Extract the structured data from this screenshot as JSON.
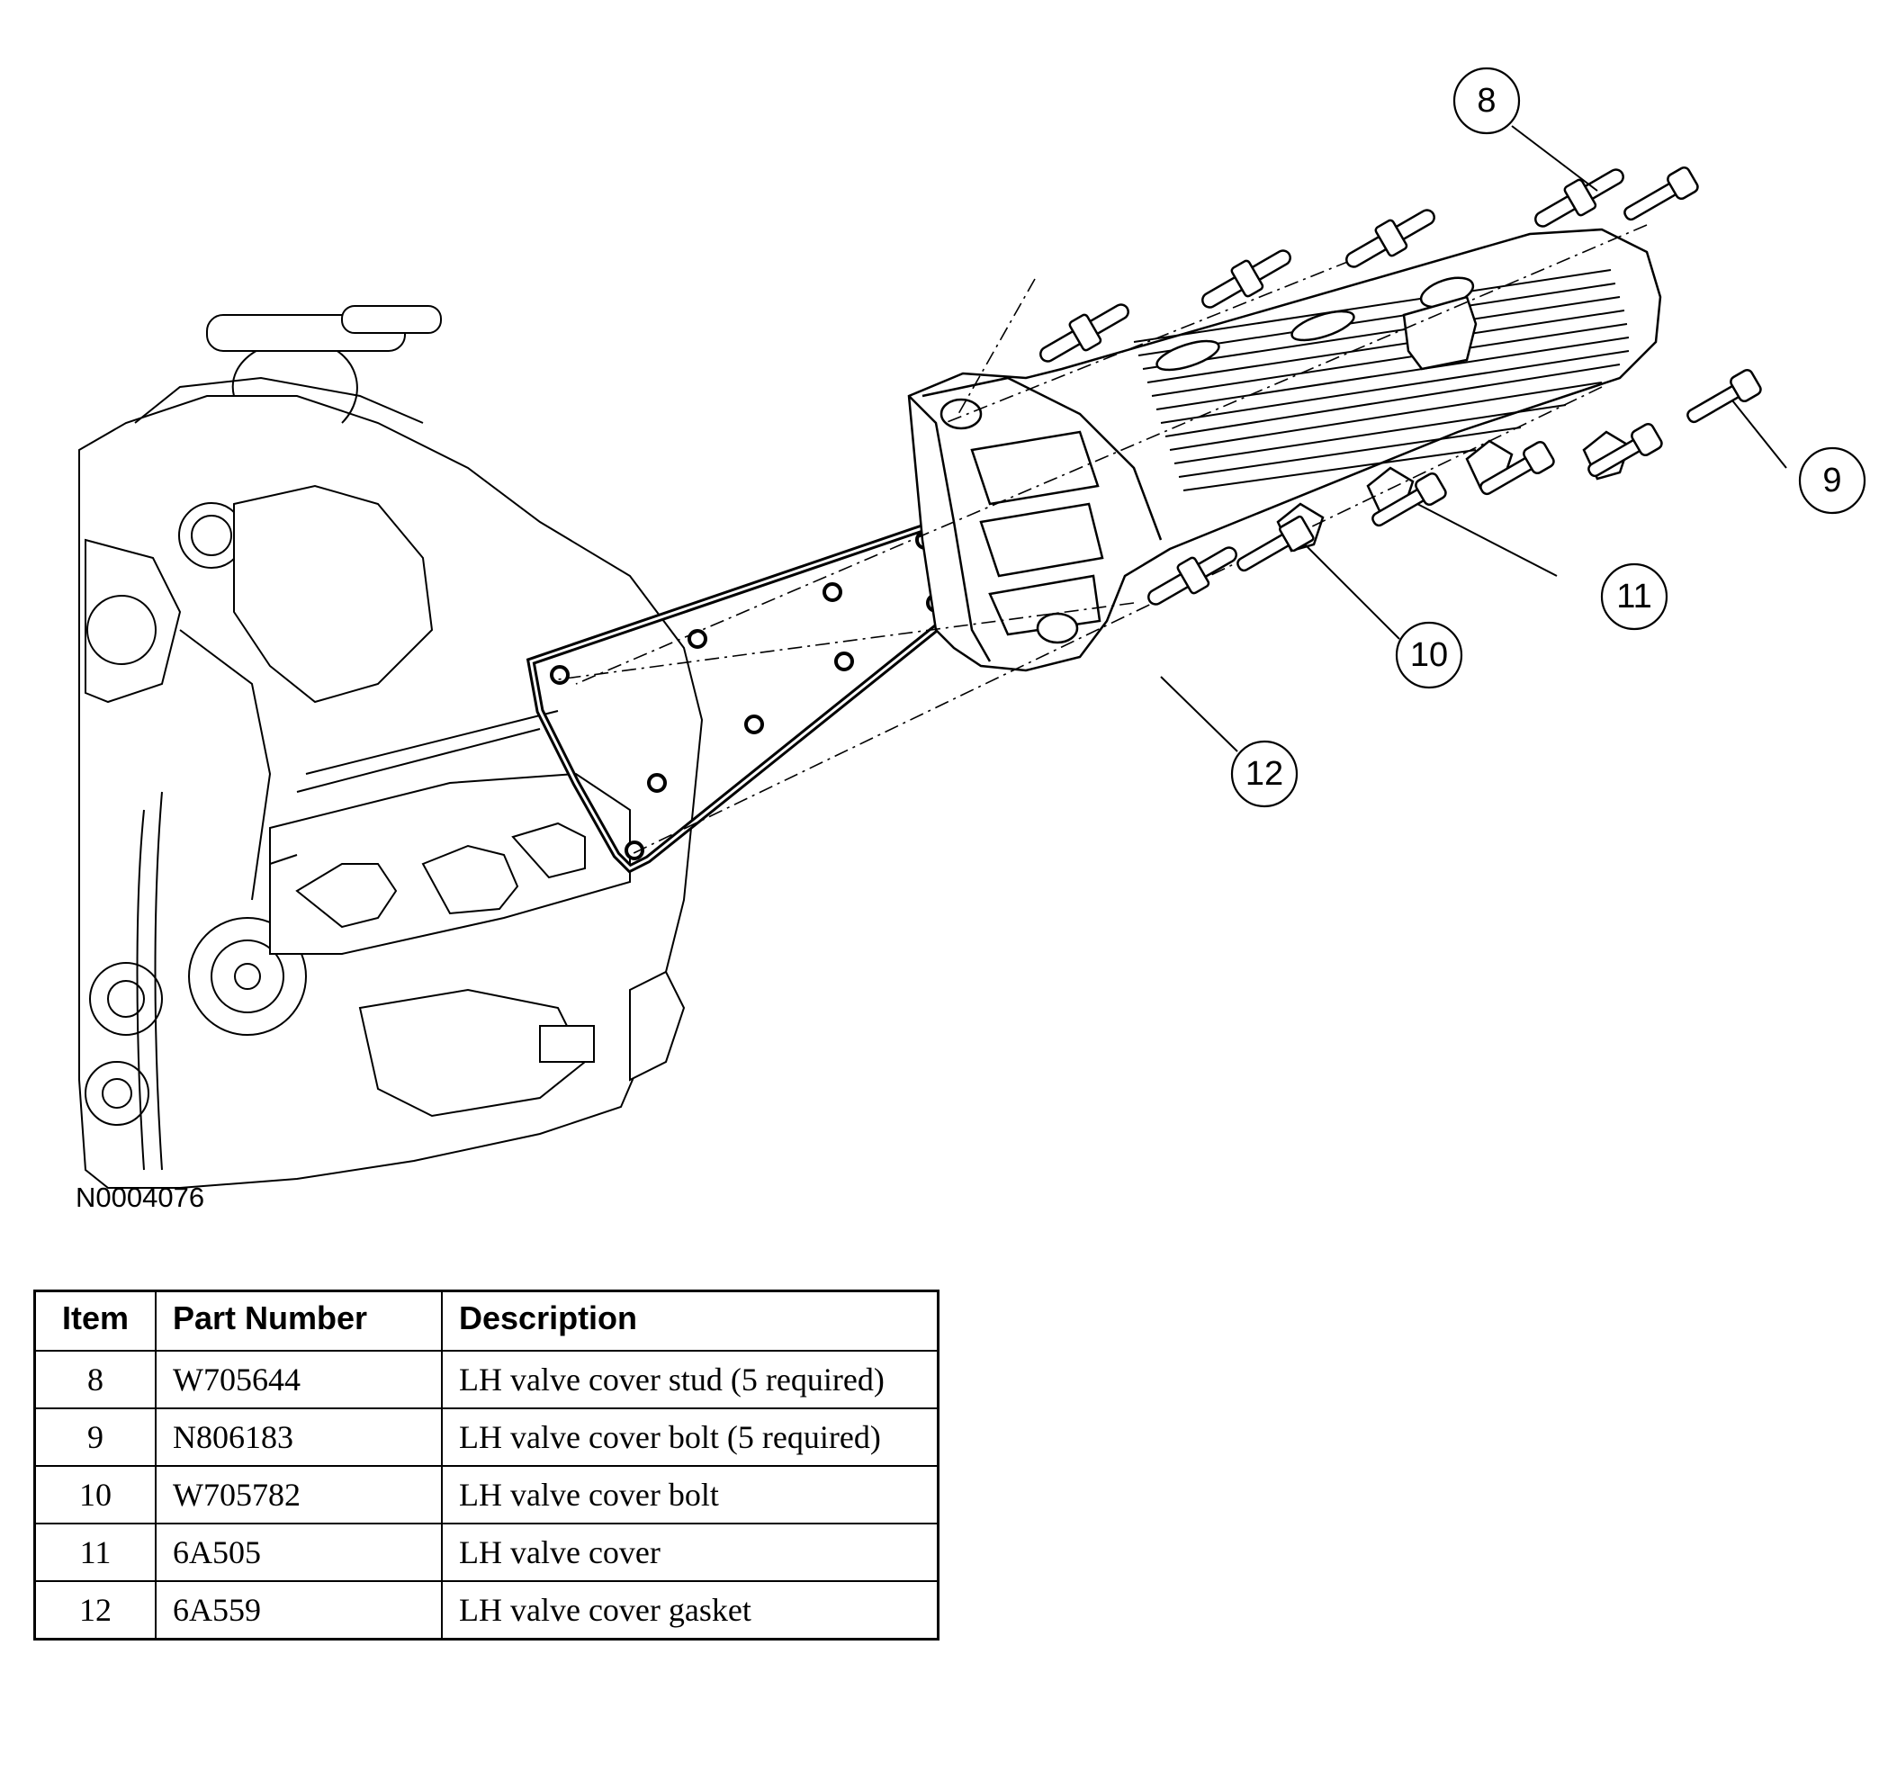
{
  "figure_id": "N0004076",
  "callouts": [
    "8",
    "9",
    "10",
    "11",
    "12"
  ],
  "table": {
    "headers": [
      "Item",
      "Part Number",
      "Description"
    ],
    "rows": [
      {
        "item": "8",
        "part": "W705644",
        "desc": "LH valve cover stud (5 required)"
      },
      {
        "item": "9",
        "part": "N806183",
        "desc": "LH valve cover bolt (5 required)"
      },
      {
        "item": "10",
        "part": "W705782",
        "desc": "LH valve cover bolt"
      },
      {
        "item": "11",
        "part": "6A505",
        "desc": "LH valve cover"
      },
      {
        "item": "12",
        "part": "6A559",
        "desc": "LH valve cover gasket"
      }
    ]
  }
}
